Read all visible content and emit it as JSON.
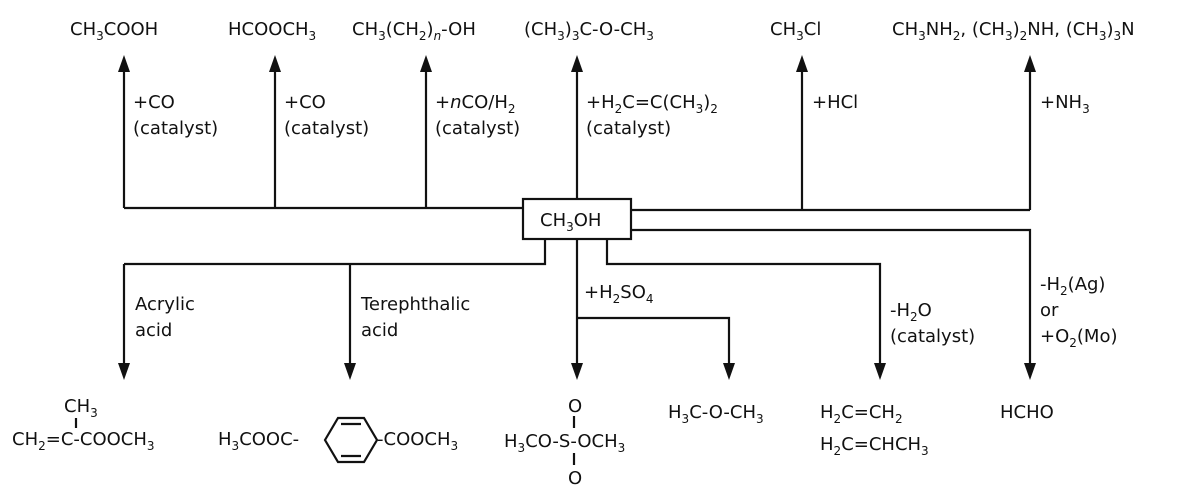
{
  "center": {
    "base": "CH",
    "sub1": "3",
    "tail": "OH"
  },
  "top": {
    "acetic_acid": {
      "a": "CH",
      "s1": "3",
      "b": "COOH"
    },
    "methyl_formate": {
      "a": "HCOOCH",
      "s1": "3"
    },
    "alcohols": {
      "a": "CH",
      "s1": "3",
      "b": "(CH",
      "s2": "2",
      "c": ")",
      "d": "n",
      "e": "-OH"
    },
    "mtbe": {
      "a": "(CH",
      "s1": "3",
      "b": ")",
      "s2": "3",
      "c": "C-O-CH",
      "s3": "3"
    },
    "methyl_chloride": {
      "a": "CH",
      "s1": "3",
      "b": "Cl"
    },
    "methylamines": {
      "a": "CH",
      "s1": "3",
      "b": "NH",
      "s2": "2",
      "c": ", (CH",
      "s3": "3",
      "d": ")",
      "s4": "2",
      "e": "NH, (CH",
      "s5": "3",
      "f": ")",
      "s6": "3",
      "g": "N"
    }
  },
  "top_labels": {
    "co1_line1": "+CO",
    "co1_line2": "(catalyst)",
    "co2_line1": "+CO",
    "co2_line2": "(catalyst)",
    "nco_plus": "+",
    "nco_n": "n",
    "nco_a": "CO/H",
    "nco_s": "2",
    "nco_line2": "(catalyst)",
    "isob_a": "+H",
    "isob_s1": "2",
    "isob_b": "C=C(CH",
    "isob_s2": "3",
    "isob_c": ")",
    "isob_s3": "2",
    "isob_line2": "(catalyst)",
    "hcl": "+HCl",
    "nh3_a": "+NH",
    "nh3_s": "3"
  },
  "bottom_labels": {
    "acrylic_line1": "Acrylic",
    "acrylic_line2": "acid",
    "tereph_line1": "Terephthalic",
    "tereph_line2": "acid",
    "h2so4_a": "+H",
    "h2so4_s1": "2",
    "h2so4_b": "SO",
    "h2so4_s2": "4",
    "dehyd_a": "-H",
    "dehyd_s": "2",
    "dehyd_b": "O",
    "dehyd_line2": "(catalyst)",
    "ox1_a": "-H",
    "ox1_s": "2",
    "ox1_b": "(Ag)",
    "ox_or": "or",
    "ox2_a": "+O",
    "ox2_s": "2",
    "ox2_b": "(Mo)"
  },
  "bottom": {
    "mma_ch3_a": "CH",
    "mma_ch3_s": "3",
    "mma_a": "CH",
    "mma_s": "2",
    "mma_b": "=C-COOCH",
    "mma_s2": "3",
    "dmt_left_a": "H",
    "dmt_left_s": "3",
    "dmt_left_b": "COOC-",
    "dmt_right_a": "-COOCH",
    "dmt_right_s": "3",
    "dms_o_top": "O",
    "dms_o_bottom": "O",
    "dms_a": "H",
    "dms_s1": "3",
    "dms_b": "CO-S-OCH",
    "dms_s2": "3",
    "dme_a": "H",
    "dme_s1": "3",
    "dme_b": "C-O-CH",
    "dme_s2": "3",
    "ethylene_a": "H",
    "ethylene_s1": "2",
    "ethylene_b": "C=CH",
    "ethylene_s2": "2",
    "propylene_a": "H",
    "propylene_s1": "2",
    "propylene_b": "C=CHCH",
    "propylene_s2": "3",
    "formaldehyde": "HCHO"
  }
}
